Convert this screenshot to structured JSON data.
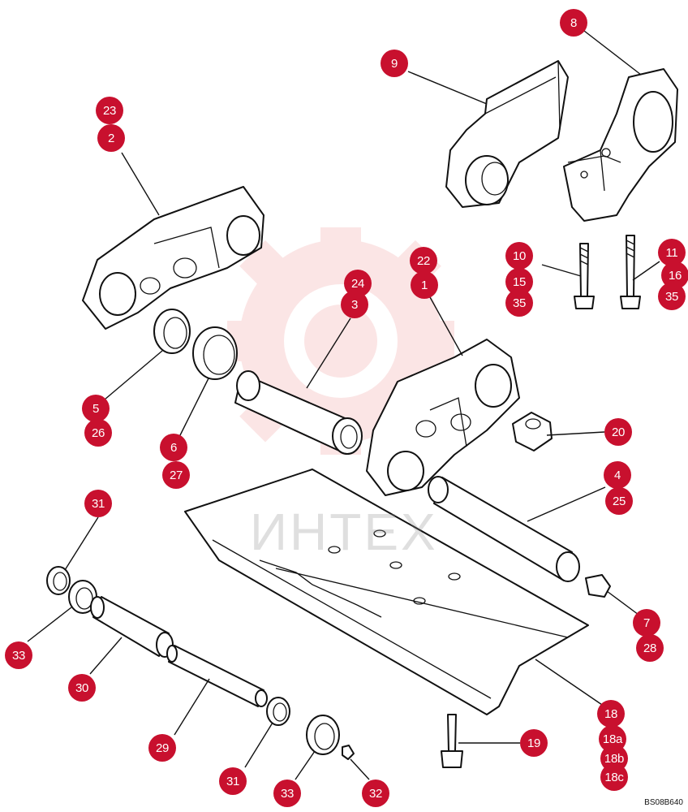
{
  "drawing_code": "BS08B640",
  "watermark": {
    "text": "ИНТЕХ",
    "color": "#f2a6a6"
  },
  "callout_color": "#c8102e",
  "callouts": [
    "1",
    "2",
    "3",
    "4",
    "5",
    "6",
    "7",
    "8",
    "9",
    "10",
    "11",
    "15",
    "16",
    "18",
    "18a",
    "18b",
    "18c",
    "19",
    "20",
    "22",
    "23",
    "24",
    "25",
    "26",
    "27",
    "28",
    "29",
    "30",
    "31",
    "31",
    "32",
    "33",
    "33",
    "35",
    "35"
  ]
}
